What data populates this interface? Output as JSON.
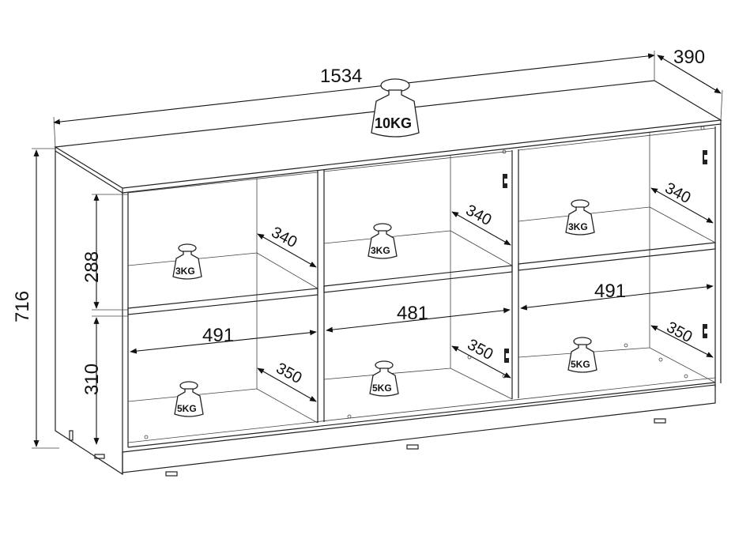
{
  "dimensions": {
    "width": "1534",
    "depth": "390",
    "height": "716",
    "upper_shelf_height": "288",
    "lower_shelf_height": "310",
    "left_lower_width": "491",
    "middle_lower_width": "481",
    "right_lower_width": "491",
    "left_upper_depth": "340",
    "middle_upper_depth": "340",
    "right_upper_depth": "340",
    "left_lower_depth": "350",
    "middle_lower_depth": "350",
    "right_lower_depth": "350"
  },
  "weights": {
    "top": "10KG",
    "left_upper": "3KG",
    "middle_upper": "3KG",
    "right_upper": "3KG",
    "left_lower": "5KG",
    "middle_lower": "5KG",
    "right_lower": "5KG"
  }
}
